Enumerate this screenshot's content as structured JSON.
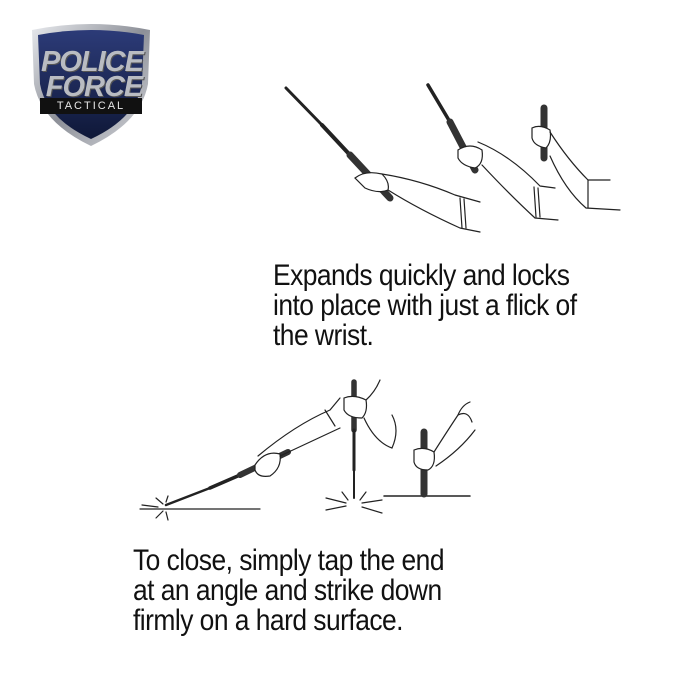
{
  "logo": {
    "line1": "POLICE",
    "line2": "FORCE",
    "line3": "TACTICAL",
    "colors": {
      "shield_fill": "#1e2a5a",
      "shield_border": "#c8cad0",
      "text": "#b9bcc2",
      "band": "#111111"
    }
  },
  "step1": {
    "caption_lines": [
      "Expands quickly and locks",
      "into place with just a flick of",
      "the wrist."
    ],
    "illustration": "three-arms-flicking-expandable-baton"
  },
  "step2": {
    "caption_lines": [
      "To close, simply tap the end",
      "at an angle and strike down",
      "firmly on a hard surface."
    ],
    "illustration": "baton-tapped-on-ground-and-collapsed"
  }
}
